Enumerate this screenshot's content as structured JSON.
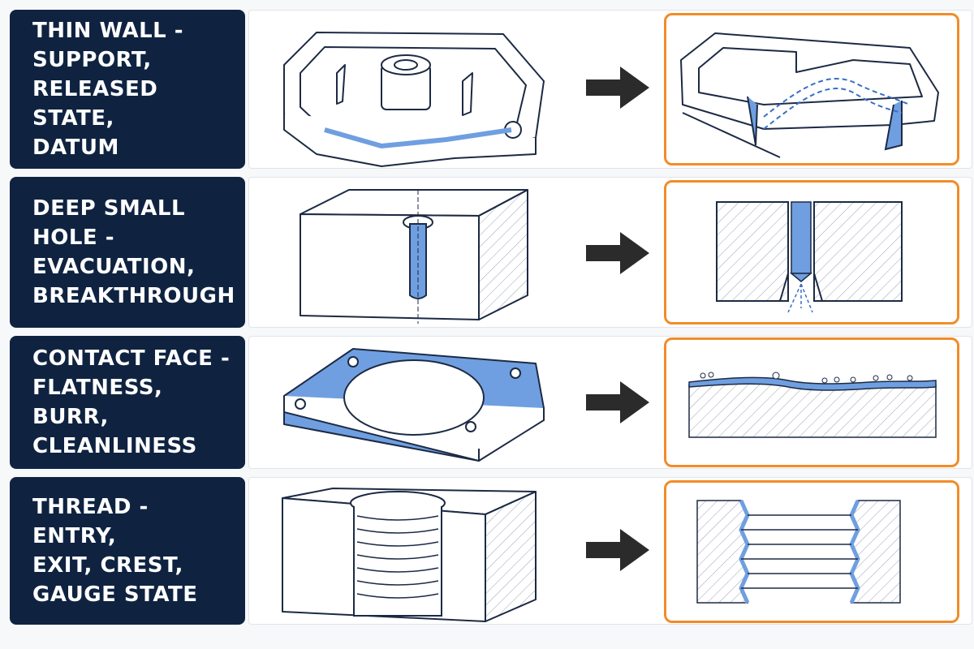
{
  "colors": {
    "label_bg": "#0f2341",
    "label_text": "#ffffff",
    "detail_border": "#f28c28",
    "highlight": "#6f9fe0",
    "line": "#1c2a44",
    "arrow": "#2b2b2b"
  },
  "rows": [
    {
      "label": "THIN WALL -\nSUPPORT,\nRELEASED STATE,\nDATUM",
      "detail_icon": "thin-wall-section-icon"
    },
    {
      "label": "DEEP SMALL HOLE -\nEVACUATION,\nBREAKTHROUGH",
      "detail_icon": "hole-section-icon"
    },
    {
      "label": "CONTACT FACE -\nFLATNESS, BURR,\nCLEANLINESS",
      "detail_icon": "face-profile-icon"
    },
    {
      "label": "THREAD - ENTRY,\nEXIT, CREST,\nGAUGE STATE",
      "detail_icon": "thread-section-icon"
    }
  ]
}
